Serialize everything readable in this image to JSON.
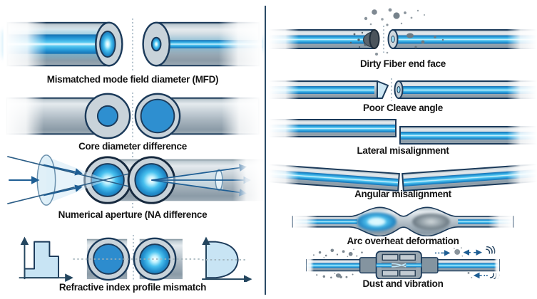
{
  "left_column": {
    "rows": [
      {
        "label": "Mismatched mode field diameter (MFD)",
        "icon": "mfd-mismatch-illustration"
      },
      {
        "label": "Core diameter difference",
        "icon": "core-diameter-illustration"
      },
      {
        "label": "Numerical aperture (NA difference",
        "icon": "numerical-aperture-illustration"
      },
      {
        "label": "Refractive index profile mismatch",
        "icon": "refractive-index-illustration"
      }
    ]
  },
  "right_column": {
    "rows": [
      {
        "label": "Dirty Fiber end face",
        "icon": "dirty-end-face-illustration"
      },
      {
        "label": "Poor Cleave angle",
        "icon": "poor-cleave-illustration"
      },
      {
        "label": "Lateral misalignment",
        "icon": "lateral-misalignment-illustration"
      },
      {
        "label": "Angular misalignment",
        "icon": "angular-misalignment-illustration"
      },
      {
        "label": "Arc overheat deformation",
        "icon": "arc-overheat-illustration"
      },
      {
        "label": "Dust and vibration",
        "icon": "dust-vibration-illustration"
      }
    ]
  },
  "colors": {
    "background": "#ffffff",
    "outline_navy": "#1b3a5a",
    "cladding_gray": "#b9c4cc",
    "core_blue": "#2e8fd0",
    "beam_cyan": "#45c8f2",
    "light_blue_fill": "#c8e4f4",
    "divider": "#2a4a66",
    "label_text": "#141414"
  }
}
